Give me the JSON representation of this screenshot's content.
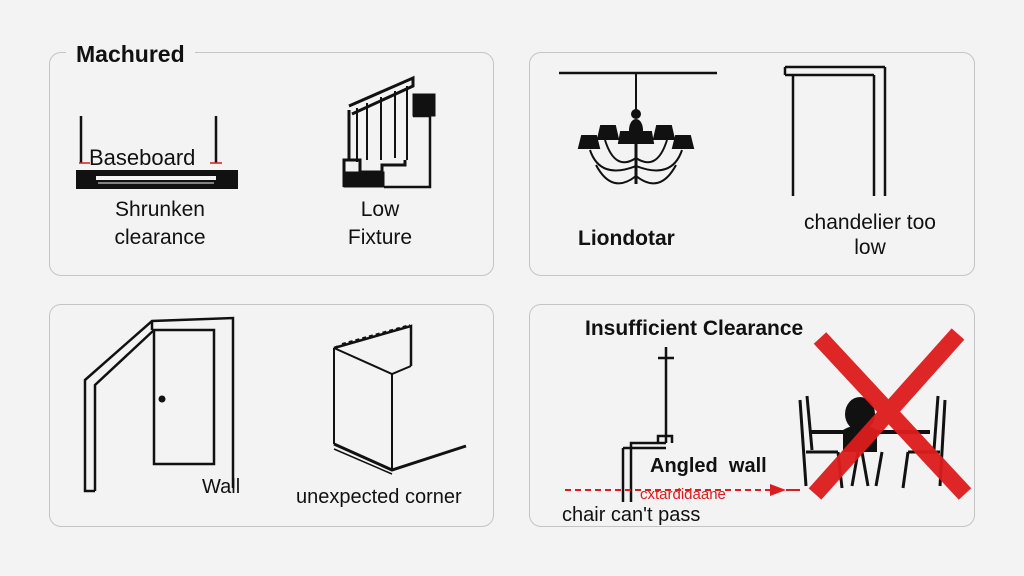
{
  "panels": {
    "p1": {
      "title": "Machured",
      "baseboard_label": "Baseboard",
      "left_caption_line1": "Shrunken",
      "left_caption_line2": "clearance",
      "right_caption_line1": "Low",
      "right_caption_line2": "Fixture"
    },
    "p2": {
      "left_caption": "Liondotar",
      "right_caption_line1": "chandelier too",
      "right_caption_line2": "low"
    },
    "p3": {
      "left_caption": "Wall",
      "right_caption": "unexpected corner"
    },
    "p4": {
      "heading": "Insufficient Clearance",
      "mid_label": "Angled  wall",
      "red_label": "cxtardidaane",
      "bottom_caption": "chair can't pass"
    }
  },
  "colors": {
    "background": "#f3f3f3",
    "panel_border": "#c4c4c4",
    "ink": "#111111",
    "warning_red": "#dd1c1c"
  },
  "icons": [
    "baseboard-icon",
    "stair-fixture-icon",
    "chandelier-icon",
    "door-frame-icon",
    "door-icon",
    "corner-icon",
    "pipe-icon",
    "dining-set-icon",
    "red-x-icon"
  ]
}
